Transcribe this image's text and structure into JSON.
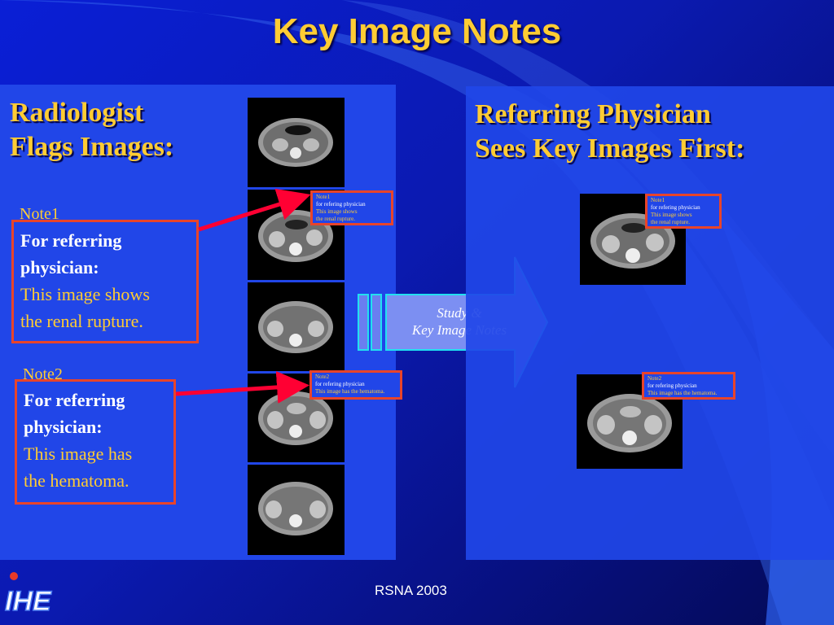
{
  "slide": {
    "title": "Key Image Notes",
    "footer": "RSNA 2003",
    "logo_text": "IHE"
  },
  "left": {
    "heading_line1": "Radiologist",
    "heading_line2": "Flags Images:",
    "note1": {
      "label": "Note1",
      "line1": "For referring",
      "line2": "physician:",
      "body1": "This image shows",
      "body2": "the renal rupture."
    },
    "note2": {
      "label": "Note2",
      "line1": "For referring",
      "line2": "physician:",
      "body1": "This image has",
      "body2": "the hematoma."
    },
    "mini_note1": {
      "label": "Note1",
      "line1": "for refering physician",
      "line2": "This image shows",
      "line3": "the renal rupture."
    },
    "mini_note2": {
      "label": "Note2",
      "line1": "for refering physician",
      "line2": "This image has the hematoma."
    }
  },
  "arrow": {
    "line1": "Study &",
    "line2": "Key Image Notes"
  },
  "right": {
    "heading_line1": "Referring Physician",
    "heading_line2": "Sees Key Images First:",
    "mini_note1": {
      "label": "Note1",
      "line1": "for refering physician",
      "line2": "This image shows",
      "line3": "the renal rupture."
    },
    "mini_note2": {
      "label": "Note2",
      "line1": "for refering physician",
      "line2": "This image has the hematoma."
    }
  },
  "colors": {
    "accent": "#ffcc33",
    "note_border": "#e8442a",
    "panel": "#2146e8",
    "arrow_line": "#ff0033"
  }
}
